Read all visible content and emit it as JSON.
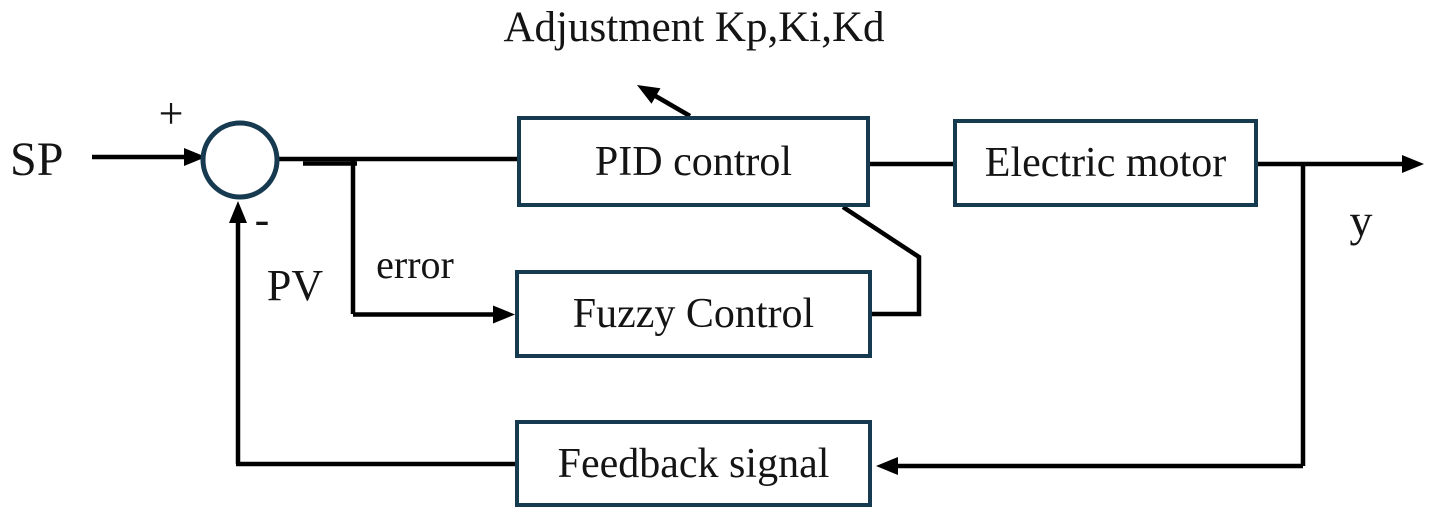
{
  "figure": {
    "background": "#ffffff",
    "line_color": "#000000",
    "box_border_color": "#163a4f",
    "text_color": "#141414"
  },
  "labels": {
    "adjustment": "Adjustment Kp,Ki,Kd",
    "setpoint": "SP",
    "plus": "+",
    "minus": "-",
    "process_variable": "PV",
    "error": "error",
    "output": "y"
  },
  "blocks": {
    "pid": "PID control",
    "motor": "Electric motor",
    "fuzzy": "Fuzzy Control",
    "feedback": "Feedback signal"
  }
}
